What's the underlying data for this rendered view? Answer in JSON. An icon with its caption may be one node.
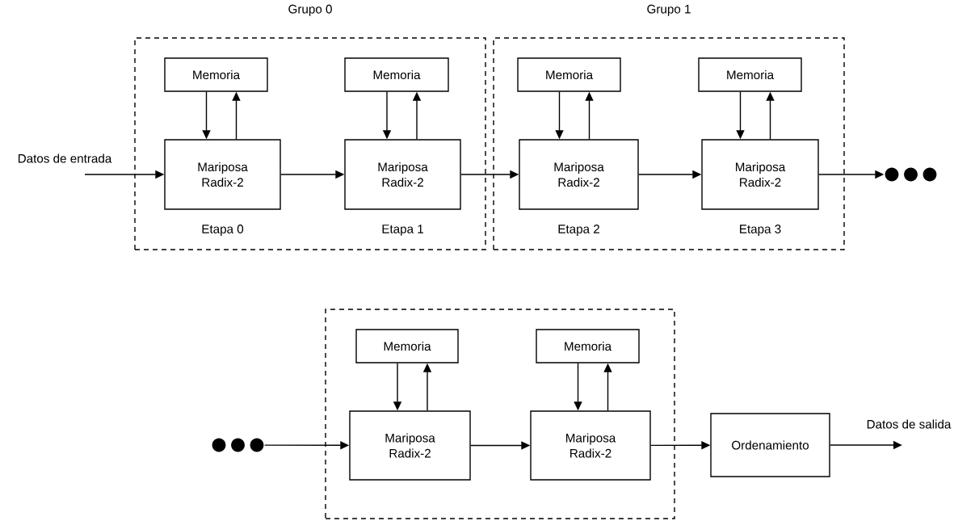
{
  "diagram": {
    "nodes": [
      {
        "text": [
          "Grupo 0"
        ]
      },
      {
        "text": [
          "Memoria"
        ],
        "in": 0
      },
      {
        "text": [
          "Mariposa Radix-2"
        ],
        "in": 0,
        "beside": [
          "Etapa 0"
        ]
      },
      {
        "text": [
          "Memoria"
        ],
        "in": 0
      },
      {
        "text": [
          "Mariposa Radix-2"
        ],
        "in": 0,
        "beside": [
          "Etapa 1"
        ]
      },
      {
        "text": [
          "Grupo 1"
        ]
      },
      {
        "text": [
          "Memoria"
        ],
        "in": 5
      },
      {
        "text": [
          "Mariposa Radix-2"
        ],
        "in": 5,
        "beside": [
          "Etapa 2"
        ]
      },
      {
        "text": [
          "Memoria"
        ],
        "in": 5
      },
      {
        "text": [
          "Mariposa Radix-2"
        ],
        "in": 5,
        "beside": [
          "Etapa 3"
        ]
      },
      {
        "text": [],
        "shape": "dots"
      },
      {
        "text": [],
        "shape": "box"
      },
      {
        "text": [
          "Memoria"
        ],
        "in": 11
      },
      {
        "text": [
          "Mariposa Radix-2"
        ],
        "in": 11
      },
      {
        "text": [
          "Memoria"
        ],
        "in": 11
      },
      {
        "text": [
          "Mariposa Radix-2"
        ],
        "in": 11
      },
      {
        "text": [],
        "shape": "dots"
      },
      {
        "text": [
          "Ordenamiento"
        ]
      }
    ],
    "edges": [
      {
        "from": null,
        "to": 2,
        "arrow": "to",
        "label": "Datos de entrada"
      },
      {
        "from": 1,
        "to": 2,
        "arrow": "to"
      },
      {
        "from": 2,
        "to": 1,
        "arrow": "to"
      },
      {
        "from": 3,
        "to": 4,
        "arrow": "to"
      },
      {
        "from": 4,
        "to": 3,
        "arrow": "to"
      },
      {
        "from": 2,
        "to": 4,
        "arrow": "to"
      },
      {
        "from": 6,
        "to": 7,
        "arrow": "to"
      },
      {
        "from": 7,
        "to": 6,
        "arrow": "to"
      },
      {
        "from": 8,
        "to": 9,
        "arrow": "to"
      },
      {
        "from": 9,
        "to": 8,
        "arrow": "to"
      },
      {
        "from": 4,
        "to": 7,
        "arrow": "to"
      },
      {
        "from": 7,
        "to": 9,
        "arrow": "to"
      },
      {
        "from": 9,
        "to": 10,
        "arrow": "to"
      },
      {
        "from": 16,
        "to": 13,
        "arrow": "to"
      },
      {
        "from": 12,
        "to": 13,
        "arrow": "to"
      },
      {
        "from": 13,
        "to": 12,
        "arrow": "to"
      },
      {
        "from": 14,
        "to": 15,
        "arrow": "to"
      },
      {
        "from": 15,
        "to": 14,
        "arrow": "to"
      },
      {
        "from": 13,
        "to": 15,
        "arrow": "to"
      },
      {
        "from": 15,
        "to": 17,
        "arrow": "to"
      },
      {
        "from": 17,
        "to": null,
        "arrow": "to",
        "label": "Datos de salida"
      }
    ]
  }
}
